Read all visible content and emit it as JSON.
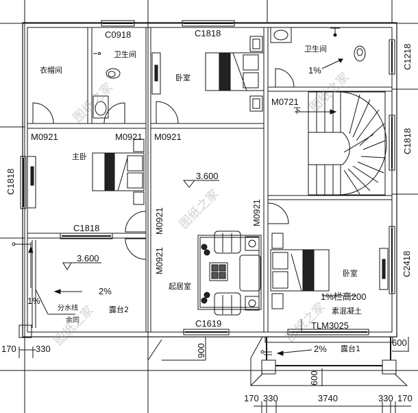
{
  "drawing": {
    "type": "floor-plan",
    "level_elevation": "3.600",
    "watermark": "图纸之家",
    "colors": {
      "line": "#111111",
      "background": "#ffffff",
      "watermark": "#9a9a9a"
    }
  },
  "rooms": [
    {
      "id": "closet",
      "label": "衣帽间"
    },
    {
      "id": "bath-left",
      "label": "卫生间"
    },
    {
      "id": "bedroom-top",
      "label": "卧室"
    },
    {
      "id": "bath-right",
      "label": "卫生间",
      "slope": "1%"
    },
    {
      "id": "master-bedroom",
      "label": "主卧"
    },
    {
      "id": "living",
      "label": "起居室",
      "elevation": "3.600"
    },
    {
      "id": "bedroom-right",
      "label": "卧室"
    },
    {
      "id": "terrace-2",
      "label": "露台2",
      "elevation": "3.600",
      "slope": "2%",
      "side_slope": "1%",
      "note_line1": "分水线",
      "note_line2": "余同"
    },
    {
      "id": "terrace-1",
      "label": "露台1",
      "slope": "2%"
    }
  ],
  "windows": {
    "c0918": "C0918",
    "c1818_top": "C1818",
    "c1218": "C1218",
    "c1818_right": "C1818",
    "c1818_left": "C1818",
    "c1818_mid": "C1818",
    "c2418": "C2418",
    "c1619": "C1619"
  },
  "doors": {
    "m0921_a": "M0921",
    "m0921_b": "M0921",
    "m0921_c": "M0921",
    "m0921_d": "M0921",
    "m0921_e": "M0921",
    "m0921_f": "M0921",
    "m0721": "M0721",
    "tlm3025": "TLM3025"
  },
  "stair": {
    "direction_label": "下"
  },
  "notes": {
    "parapet_height": "1%栏高200",
    "parapet_material": "素混凝土"
  },
  "dimensions": {
    "left_a": "170",
    "left_b": "330",
    "bottom": [
      "170",
      "330",
      "3740",
      "330",
      "170"
    ],
    "right_600": "600",
    "ledge_900": "900",
    "ledge_600": "600"
  }
}
